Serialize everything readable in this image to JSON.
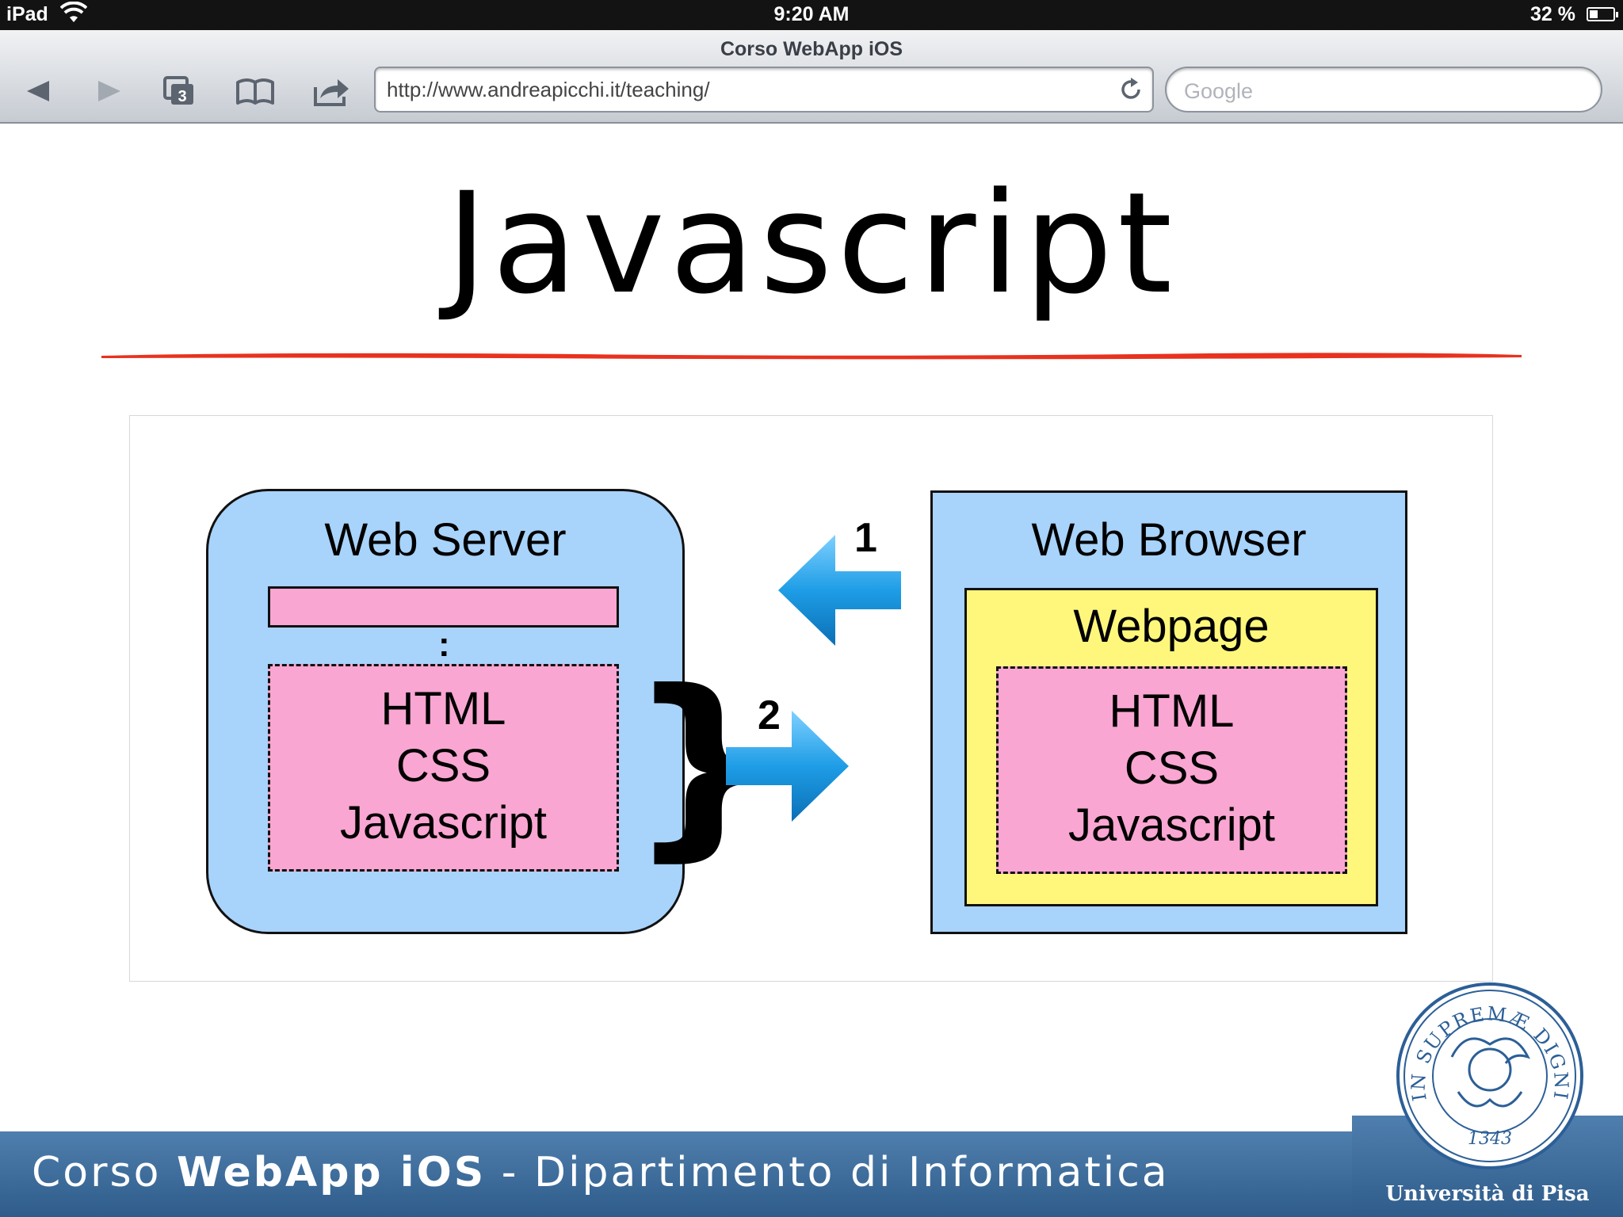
{
  "status_bar": {
    "device": "iPad",
    "time": "9:20 AM",
    "battery": "32 %"
  },
  "browser": {
    "page_title": "Corso WebApp iOS",
    "url": "http://www.andreapicchi.it/teaching/",
    "search_placeholder": "Google",
    "tabs_count": "3",
    "icons": [
      "back-icon",
      "forward-icon",
      "tabs-icon",
      "bookmarks-icon",
      "share-icon",
      "reload-icon"
    ]
  },
  "slide": {
    "title": "Javascript",
    "accent_color": "#e8321f",
    "diagram": {
      "server_title": "Web Server",
      "server_ellipsis": ":",
      "server_lines": [
        "HTML",
        "CSS",
        "Javascript"
      ],
      "browser_title": "Web Browser",
      "webpage_title": "Webpage",
      "browser_lines": [
        "HTML",
        "CSS",
        "Javascript"
      ],
      "arrow_request_label": "1",
      "arrow_response_label": "2",
      "box_color": "#a8d3fb",
      "file_color": "#f9a6d2",
      "webpage_color": "#fff77b"
    },
    "footer": {
      "course": "Corso",
      "app": "WebApp iOS",
      "dept": " - Dipartimento di Informatica"
    },
    "logo": {
      "motto": "IN SUPREMÆ DIGNITATIS",
      "year": "1343",
      "university": "Università di Pisa"
    }
  }
}
